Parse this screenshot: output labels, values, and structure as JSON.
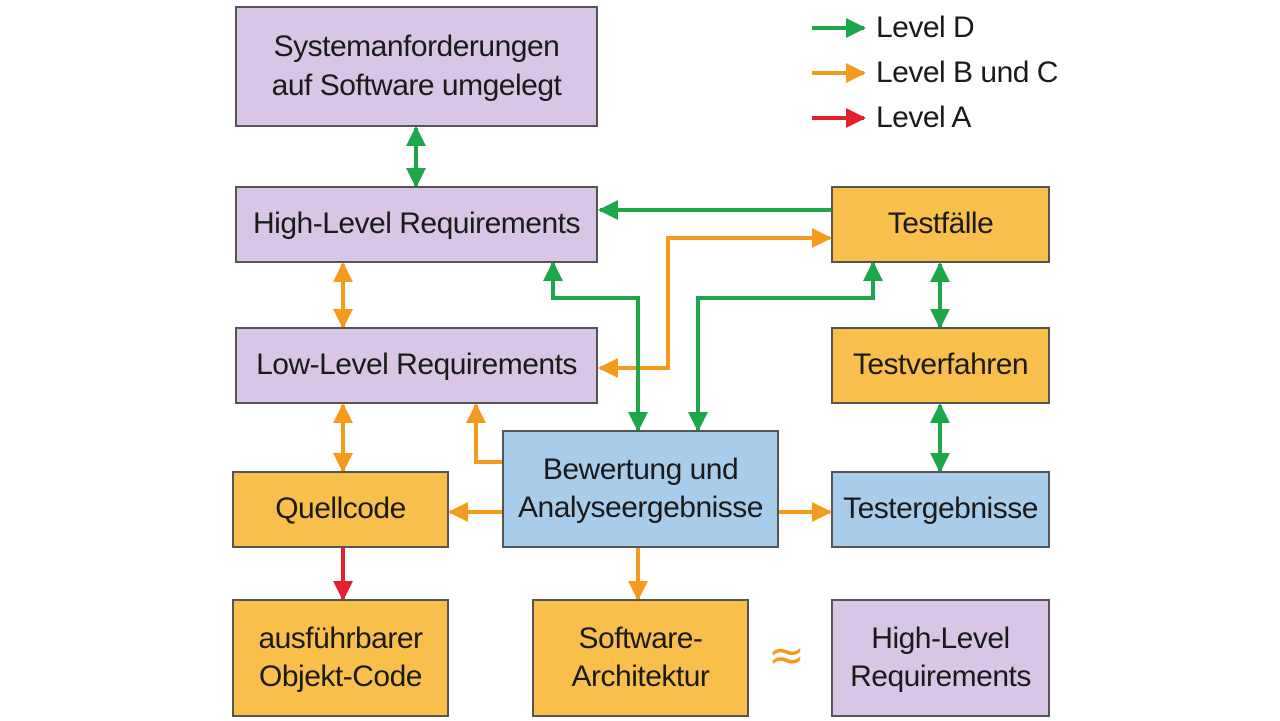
{
  "colors": {
    "level_d": "#1ea64a",
    "level_bc": "#f39a1f",
    "level_a": "#e3202b",
    "box_purple": "#d9c6e6",
    "box_orange": "#f8c04b",
    "box_blue": "#a8cdea"
  },
  "legend": {
    "level_d": "Level D",
    "level_bc": "Level B und C",
    "level_a": "Level A"
  },
  "boxes": {
    "system_requirements": [
      "Systemanforderungen",
      "auf Software umgelegt"
    ],
    "high_level_requirements": "High-Level Requirements",
    "low_level_requirements": "Low-Level Requirements",
    "source_code": "Quellcode",
    "object_code": [
      "ausführbarer",
      "Objekt-Code"
    ],
    "review_analysis": [
      "Bewertung und",
      "Analyseergebnisse"
    ],
    "software_architecture": [
      "Software-",
      "Architektur"
    ],
    "high_level_requirements_2": [
      "High-Level",
      "Requirements"
    ],
    "test_cases": "Testfälle",
    "test_procedures": "Testverfahren",
    "test_results": "Testergebnisse"
  },
  "approx_symbol": "≈"
}
